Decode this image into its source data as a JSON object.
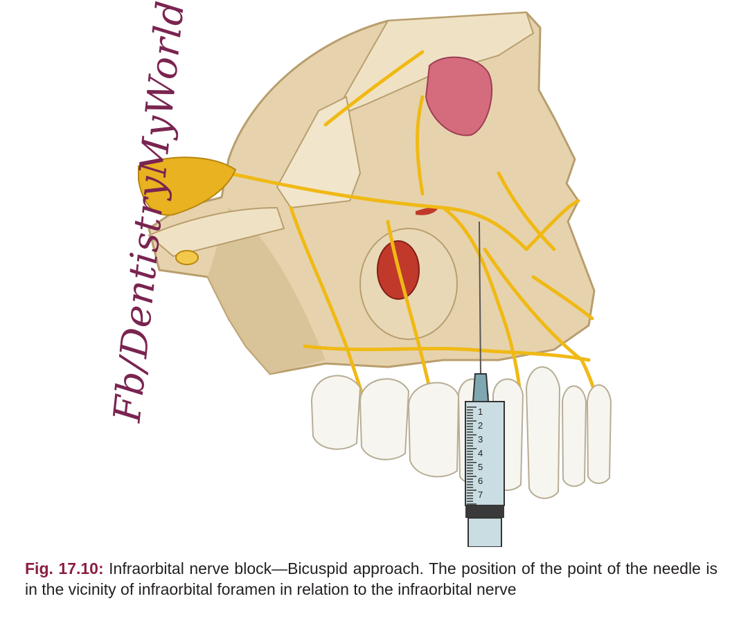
{
  "watermark": "Fb/DentistryMyWorld",
  "syringe": {
    "scale_marks": [
      "1",
      "2",
      "3",
      "4",
      "5",
      "6",
      "7"
    ]
  },
  "caption": {
    "label": "Fig. 17.10:",
    "text": "Infraorbital nerve block—Bicuspid approach. The position of the point of the needle is in the vicinity of infraorbital foramen in relation to the infraorbital nerve"
  },
  "colors": {
    "bone": "#e6d3ae",
    "bone_shadow": "#cdb68a",
    "nerve": "#f0b915",
    "ganglion": "#e8b220",
    "gland": "#d46c7e",
    "muscle": "#c0392b",
    "teeth": "#f7f5ef",
    "syringe_barrel": "#c9dde2",
    "watermark": "#7a2450",
    "caption_label": "#8a1f3f"
  }
}
